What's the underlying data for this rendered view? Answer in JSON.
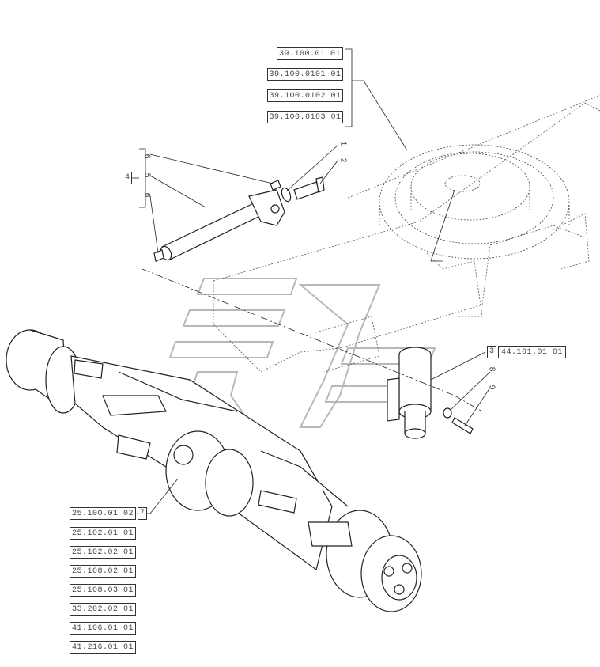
{
  "refs_top": [
    "39.100.01 01",
    "39.100.0101 01",
    "39.100.0102 01",
    "39.100.0103 01"
  ],
  "refs_right": "44.101.01 01",
  "refs_bottom": [
    "25.100.01 02",
    "25.102.01 01",
    "25.102.02 01",
    "25.108.02 01",
    "25.108.03 01",
    "33.202.02 01",
    "41.106.01 01",
    "41.216.01 01"
  ],
  "tag_left": "4",
  "tag_right": "3",
  "tag_bottom": "7",
  "callouts": {
    "c1": "1",
    "c2": "2",
    "c4": "4",
    "c5": "5",
    "c6a": "6",
    "c6b": "6",
    "c8": "8",
    "c9": "9"
  },
  "colors": {
    "line": "#222222",
    "watermark": "#b8b8b8",
    "box_text": "#444444"
  }
}
